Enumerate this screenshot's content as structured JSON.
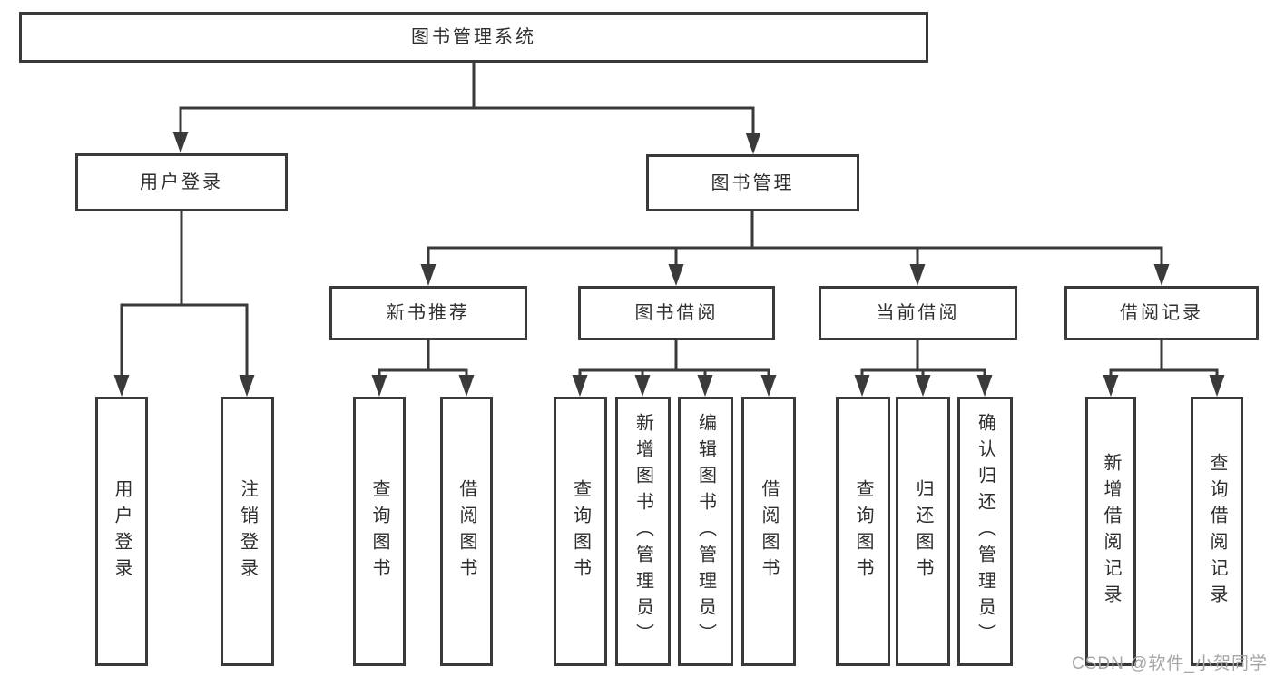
{
  "colors": {
    "line": "#3a3a3a",
    "ink": "#2e2e2e",
    "background": "#ffffff",
    "watermark": "#a6a6a6"
  },
  "watermark": "CSDN @软件_小贺同学",
  "tree": {
    "label": "图书管理系统",
    "children": [
      {
        "label": "用户登录",
        "children": [
          {
            "label": "用户登录"
          },
          {
            "label": "注销登录"
          }
        ]
      },
      {
        "label": "图书管理",
        "children": [
          {
            "label": "新书推荐",
            "children": [
              {
                "label": "查询图书"
              },
              {
                "label": "借阅图书"
              }
            ]
          },
          {
            "label": "图书借阅",
            "children": [
              {
                "label": "查询图书"
              },
              {
                "label": "新增图书（管理员）"
              },
              {
                "label": "编辑图书（管理员）"
              },
              {
                "label": "借阅图书"
              }
            ]
          },
          {
            "label": "当前借阅",
            "children": [
              {
                "label": "查询图书"
              },
              {
                "label": "归还图书"
              },
              {
                "label": "确认归还（管理员）"
              }
            ]
          },
          {
            "label": "借阅记录",
            "children": [
              {
                "label": "新增借阅记录"
              },
              {
                "label": "查询借阅记录"
              }
            ]
          }
        ]
      }
    ]
  }
}
